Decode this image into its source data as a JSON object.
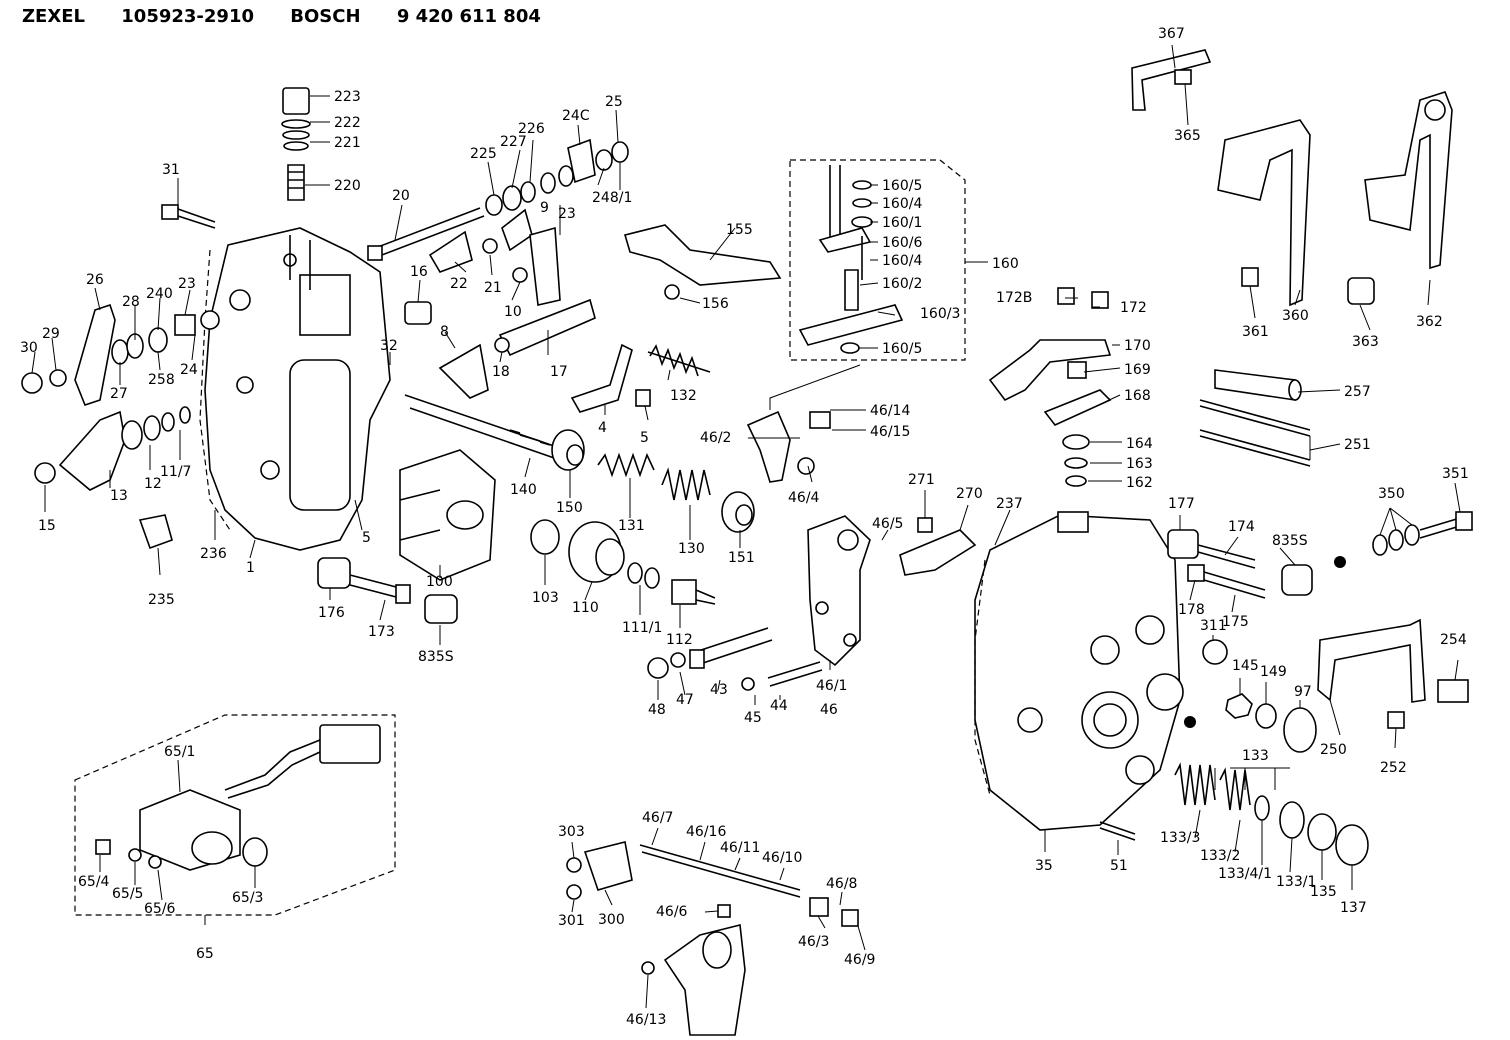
{
  "header": {
    "brand1": "ZEXEL",
    "part1": "105923-2910",
    "brand2": "BOSCH",
    "part2": "9 420 611 804"
  },
  "labels": {
    "l223": "223",
    "l222": "222",
    "l221": "221",
    "l220": "220",
    "l225": "225",
    "l227": "227",
    "l226": "226",
    "l24c": "24C",
    "l25": "25",
    "l31": "31",
    "l20": "20",
    "l9": "9",
    "l23a": "23",
    "l248_1": "248/1",
    "l22": "22",
    "l21": "21",
    "l10": "10",
    "l16": "16",
    "l8": "8",
    "l18": "18",
    "l17": "17",
    "l26": "26",
    "l28": "28",
    "l240": "240",
    "l23b": "23",
    "l29": "29",
    "l30": "30",
    "l27": "27",
    "l258": "258",
    "l24": "24",
    "l32": "32",
    "l15": "15",
    "l13": "13",
    "l12": "12",
    "l11_7": "11/7",
    "l235": "235",
    "l236": "236",
    "l1": "1",
    "l5a": "5",
    "l176": "176",
    "l173": "173",
    "l835s_a": "835S",
    "l100": "100",
    "l103": "103",
    "l110": "110",
    "l111_1": "111/1",
    "l112": "112",
    "l140": "140",
    "l150": "150",
    "l131": "131",
    "l130": "130",
    "l151": "151",
    "l155": "155",
    "l156": "156",
    "l132": "132",
    "l4": "4",
    "l5b": "5",
    "l160": "160",
    "l160_5a": "160/5",
    "l160_4a": "160/4",
    "l160_1": "160/1",
    "l160_6": "160/6",
    "l160_4b": "160/4",
    "l160_2": "160/2",
    "l160_3": "160/3",
    "l160_5b": "160/5",
    "l46_14": "46/14",
    "l46_2": "46/2",
    "l46_15": "46/15",
    "l46_4": "46/4",
    "l46_5": "46/5",
    "l46_1": "46/1",
    "l46": "46",
    "l48": "48",
    "l47": "47",
    "l43": "43",
    "l45": "45",
    "l44": "44",
    "l172b": "172B",
    "l172": "172",
    "l170": "170",
    "l169": "169",
    "l168": "168",
    "l164": "164",
    "l163": "163",
    "l162": "162",
    "l271": "271",
    "l270": "270",
    "l237": "237",
    "l177": "177",
    "l174": "174",
    "l835s_b": "835S",
    "l178": "178",
    "l175": "175",
    "l311": "311",
    "l367": "367",
    "l365": "365",
    "l360": "360",
    "l361": "361",
    "l362": "362",
    "l363": "363",
    "l257": "257",
    "l251": "251",
    "l351": "351",
    "l350": "350",
    "l254": "254",
    "l145": "145",
    "l149": "149",
    "l97": "97",
    "l250": "250",
    "l252": "252",
    "l133": "133",
    "l133_3": "133/3",
    "l133_2": "133/2",
    "l133_4_1": "133/4/1",
    "l133_1": "133/1",
    "l135": "135",
    "l137": "137",
    "l35": "35",
    "l51": "51",
    "l65_1": "65/1",
    "l65_4": "65/4",
    "l65_5": "65/5",
    "l65_6": "65/6",
    "l65_3": "65/3",
    "l65": "65",
    "l303": "303",
    "l301": "301",
    "l300": "300",
    "l46_7": "46/7",
    "l46_16": "46/16",
    "l46_11": "46/11",
    "l46_10": "46/10",
    "l46_8": "46/8",
    "l46_6": "46/6",
    "l46_3": "46/3",
    "l46_9": "46/9",
    "l46_13": "46/13"
  }
}
